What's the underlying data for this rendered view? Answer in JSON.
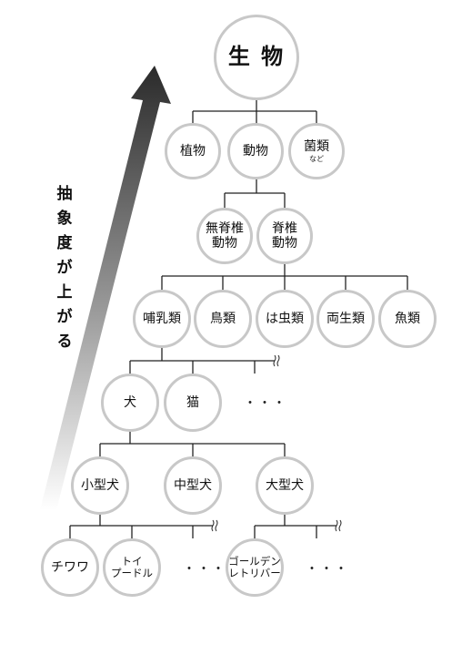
{
  "diagram": {
    "side_label": [
      "抽",
      "象",
      "度",
      "が",
      "上",
      "が",
      "る"
    ],
    "nodes": {
      "root": "生 物",
      "plants": "植物",
      "animals": "動物",
      "fungi": "菌類",
      "fungi_sub": "など",
      "invert_1": "無脊椎",
      "invert_2": "動物",
      "vert_1": "脊椎",
      "vert_2": "動物",
      "mammals": "哺乳類",
      "birds": "鳥類",
      "reptiles": "は虫類",
      "amphibians": "両生類",
      "fish": "魚類",
      "dog": "犬",
      "cat": "猫",
      "small_dog": "小型犬",
      "medium_dog": "中型犬",
      "large_dog": "大型犬",
      "chihuahua": "チワワ",
      "toy_1": "トイ",
      "toy_2": "プードル",
      "golden_1": "ゴールデン",
      "golden_2": "レトリバー"
    },
    "ellipsis": "・・・",
    "colors": {
      "circle_border": "#c8c8c8",
      "line": "#222222",
      "arrow_dark": "#2a2a2a",
      "arrow_light": "#ffffff"
    }
  }
}
